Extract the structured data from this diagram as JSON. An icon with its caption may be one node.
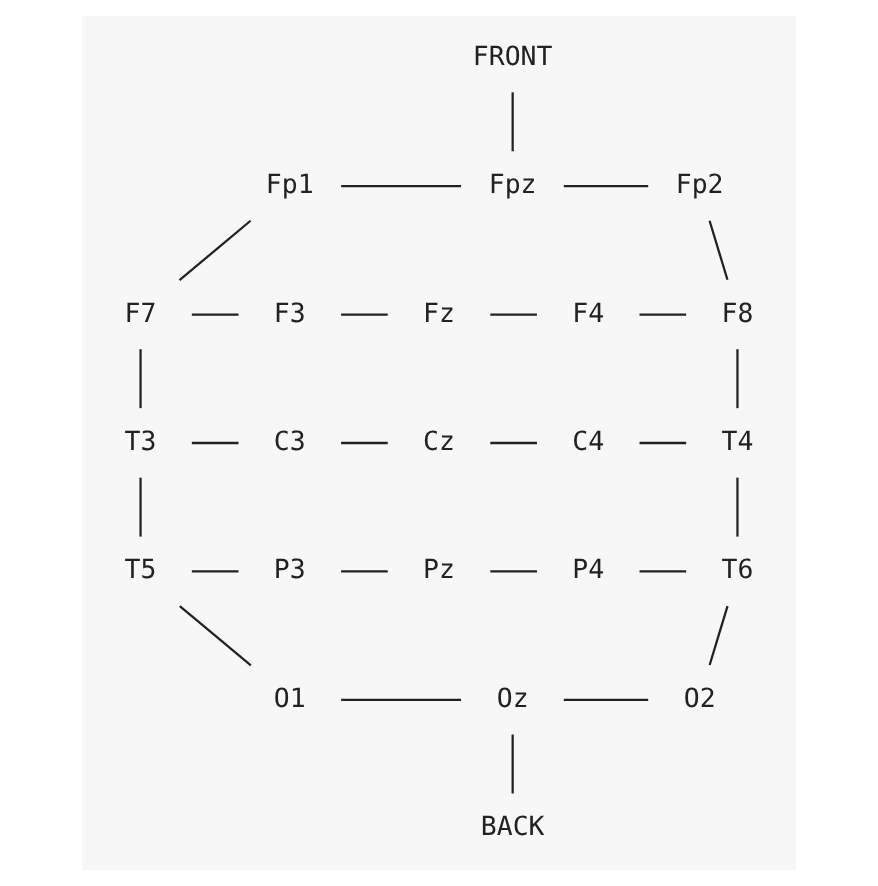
{
  "diagram": {
    "nodes": [
      {
        "text": [
          "FRONT"
        ]
      },
      {
        "text": [
          "Fp1"
        ]
      },
      {
        "text": [
          "Fpz"
        ]
      },
      {
        "text": [
          "Fp2"
        ]
      },
      {
        "text": [
          "F7"
        ]
      },
      {
        "text": [
          "F3"
        ]
      },
      {
        "text": [
          "Fz"
        ]
      },
      {
        "text": [
          "F4"
        ]
      },
      {
        "text": [
          "F8"
        ]
      },
      {
        "text": [
          "T3"
        ]
      },
      {
        "text": [
          "C3"
        ]
      },
      {
        "text": [
          "Cz"
        ]
      },
      {
        "text": [
          "C4"
        ]
      },
      {
        "text": [
          "T4"
        ]
      },
      {
        "text": [
          "T5"
        ]
      },
      {
        "text": [
          "P3"
        ]
      },
      {
        "text": [
          "Pz"
        ]
      },
      {
        "text": [
          "P4"
        ]
      },
      {
        "text": [
          "T6"
        ]
      },
      {
        "text": [
          "O1"
        ]
      },
      {
        "text": [
          "Oz"
        ]
      },
      {
        "text": [
          "O2"
        ]
      },
      {
        "text": [
          "BACK"
        ]
      }
    ],
    "edges": [
      {
        "from": 0,
        "to": 2,
        "arrow": "none"
      },
      {
        "from": 1,
        "to": 2,
        "arrow": "none"
      },
      {
        "from": 2,
        "to": 3,
        "arrow": "none"
      },
      {
        "from": 1,
        "to": 4,
        "arrow": "none"
      },
      {
        "from": 3,
        "to": 8,
        "arrow": "none"
      },
      {
        "from": 4,
        "to": 5,
        "arrow": "none"
      },
      {
        "from": 5,
        "to": 6,
        "arrow": "none"
      },
      {
        "from": 6,
        "to": 7,
        "arrow": "none"
      },
      {
        "from": 7,
        "to": 8,
        "arrow": "none"
      },
      {
        "from": 4,
        "to": 9,
        "arrow": "none"
      },
      {
        "from": 8,
        "to": 13,
        "arrow": "none"
      },
      {
        "from": 9,
        "to": 10,
        "arrow": "none"
      },
      {
        "from": 10,
        "to": 11,
        "arrow": "none"
      },
      {
        "from": 11,
        "to": 12,
        "arrow": "none"
      },
      {
        "from": 12,
        "to": 13,
        "arrow": "none"
      },
      {
        "from": 9,
        "to": 14,
        "arrow": "none"
      },
      {
        "from": 13,
        "to": 18,
        "arrow": "none"
      },
      {
        "from": 14,
        "to": 15,
        "arrow": "none"
      },
      {
        "from": 15,
        "to": 16,
        "arrow": "none"
      },
      {
        "from": 16,
        "to": 17,
        "arrow": "none"
      },
      {
        "from": 17,
        "to": 18,
        "arrow": "none"
      },
      {
        "from": 14,
        "to": 19,
        "arrow": "none"
      },
      {
        "from": 18,
        "to": 21,
        "arrow": "none"
      },
      {
        "from": 19,
        "to": 20,
        "arrow": "none"
      },
      {
        "from": 20,
        "to": 21,
        "arrow": "none"
      },
      {
        "from": 20,
        "to": 22,
        "arrow": "none"
      }
    ]
  }
}
